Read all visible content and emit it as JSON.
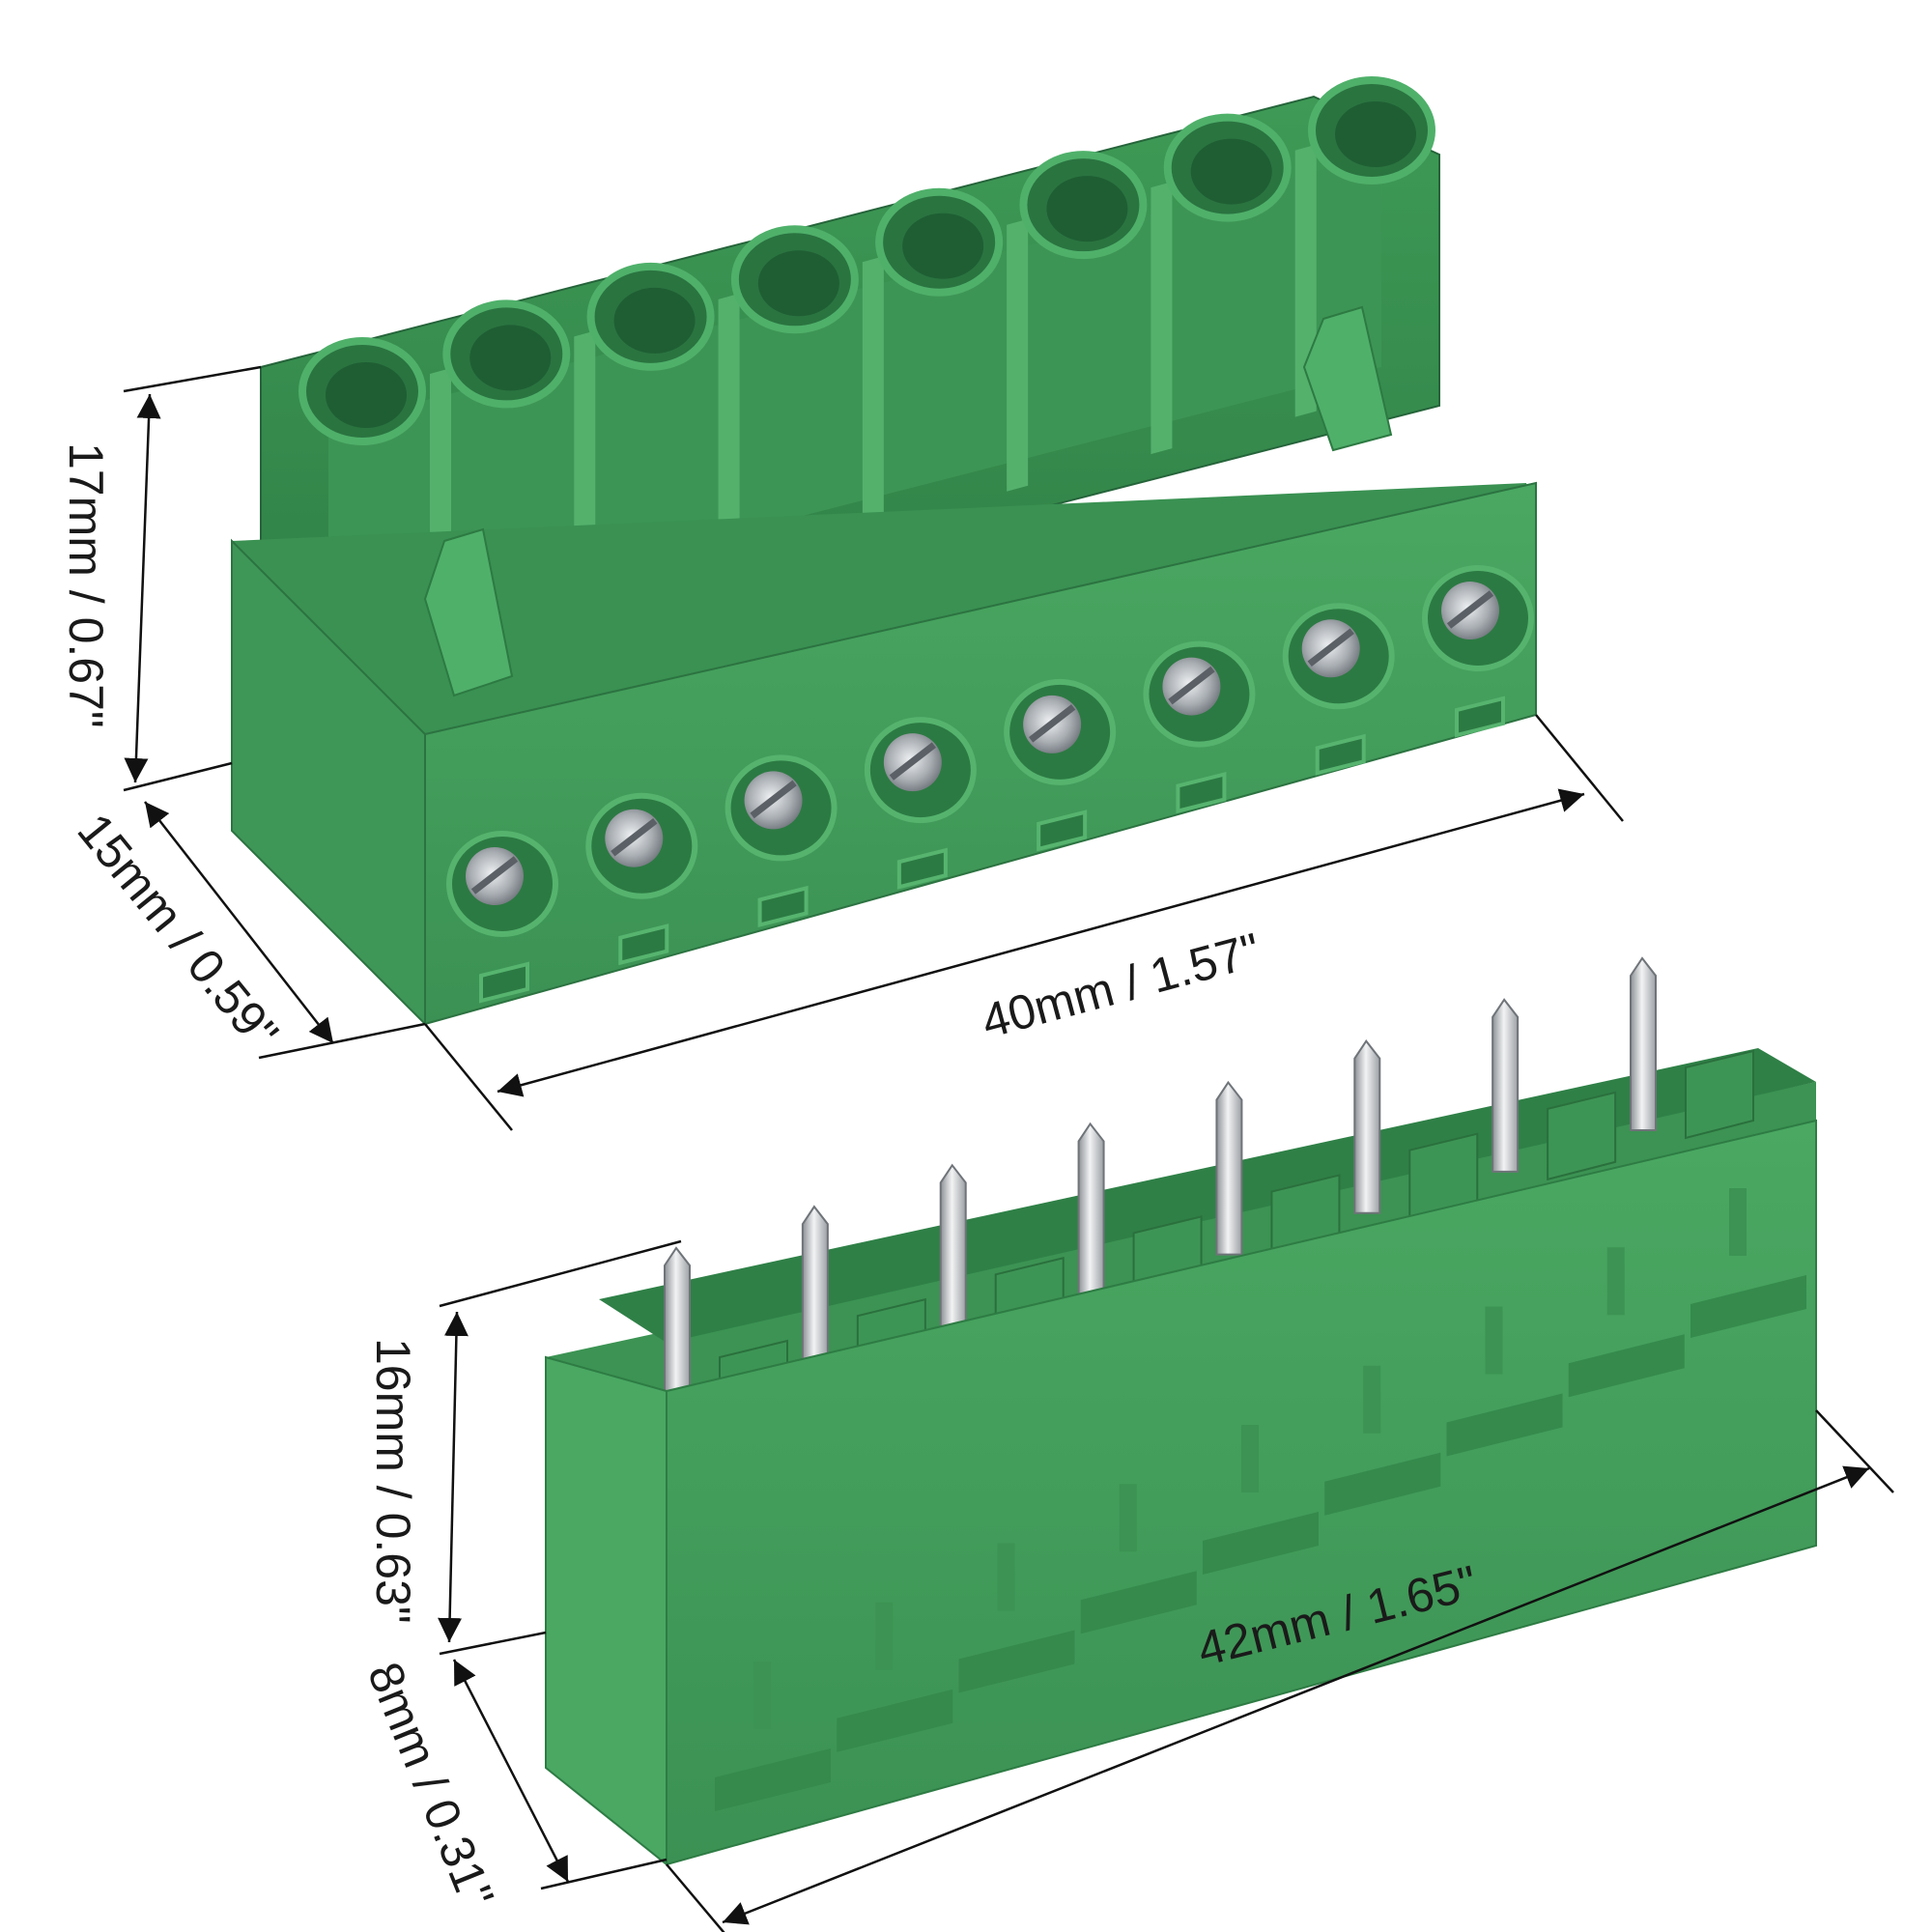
{
  "dimensions": {
    "plug_height": "17mm / 0.67\"",
    "plug_depth": "15mm / 0.59\"",
    "plug_length": "40mm / 1.57\"",
    "header_height": "16mm / 0.63\"",
    "header_depth": "8mm / 0.31\"",
    "header_length": "42mm / 1.65\""
  },
  "components": {
    "plug": {
      "name": "8-pin pluggable terminal block plug",
      "positions": 8
    },
    "header": {
      "name": "8-pin PCB header",
      "positions": 8
    }
  },
  "colors": {
    "body": "#3f9a55",
    "body_dark": "#2d7a42",
    "body_light": "#5fb872",
    "metal": "#c8c8c8",
    "line": "#111111"
  }
}
